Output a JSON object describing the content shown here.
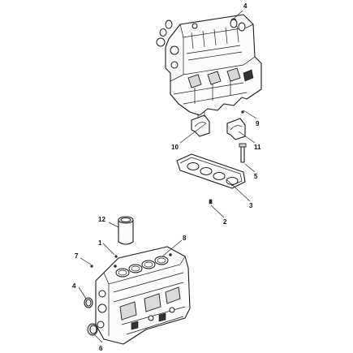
{
  "callouts": {
    "c1": "1",
    "c2": "2",
    "c3": "3",
    "c4a": "4",
    "c4b": "4",
    "c5": "5",
    "c6": "6",
    "c7": "7",
    "c8": "8",
    "c9": "9",
    "c10": "10",
    "c11": "11",
    "c12": "12"
  }
}
